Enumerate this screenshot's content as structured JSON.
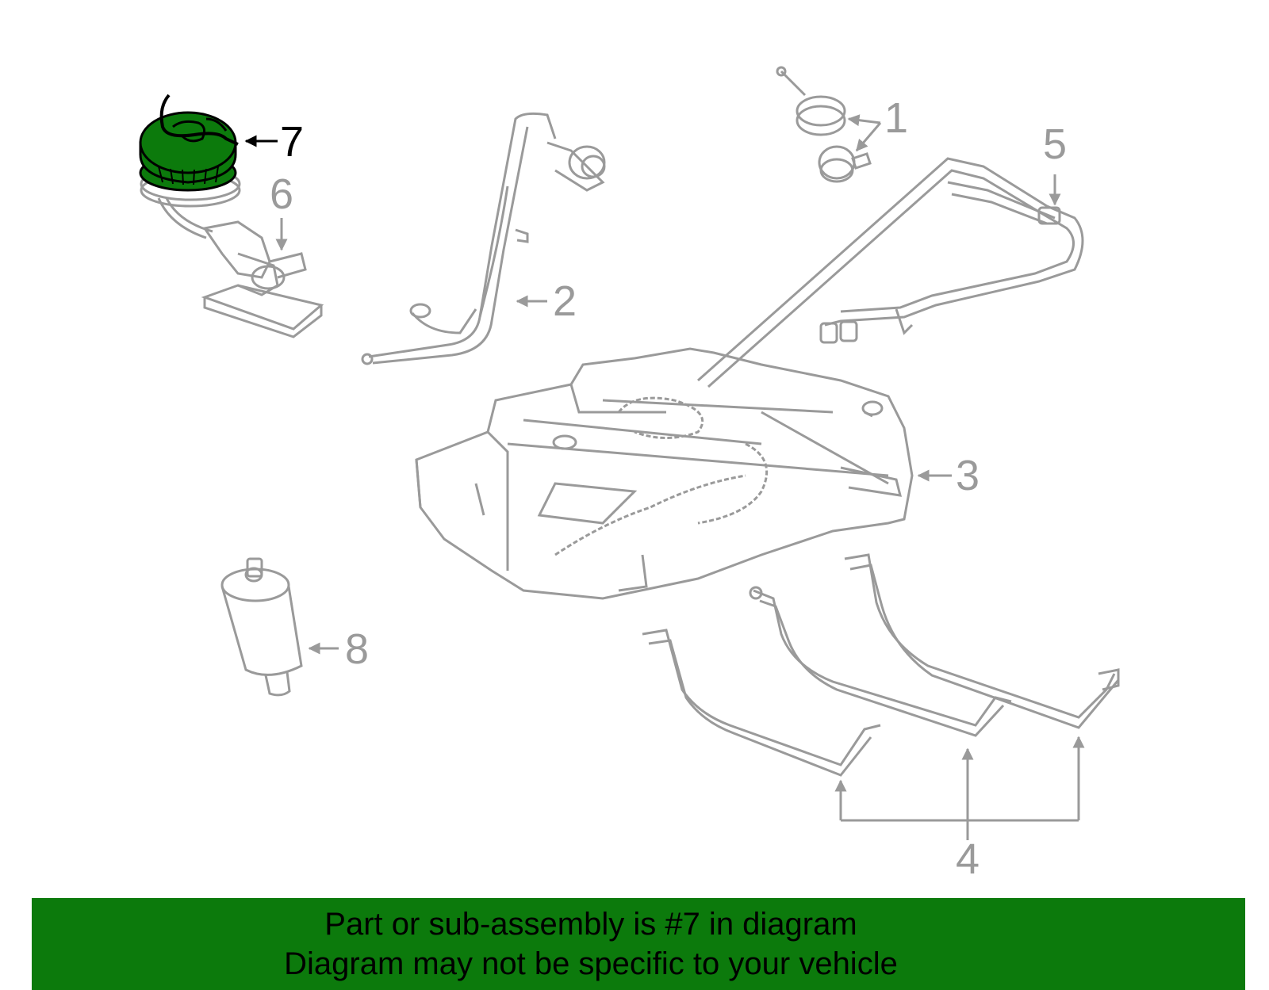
{
  "callouts": {
    "c1": "1",
    "c2": "2",
    "c3": "3",
    "c4": "4",
    "c5": "5",
    "c6": "6",
    "c7": "7",
    "c8": "8"
  },
  "highlight": {
    "part_number": "7",
    "color": "#0c7a0c"
  },
  "colors": {
    "line": "#9a9a9a",
    "highlight_fill": "#0c7a0c",
    "banner_background": "#0c7a0c",
    "banner_text": "#000000"
  },
  "banner": {
    "line1": "Part or sub-assembly is #7 in diagram",
    "line2": "Diagram may not be specific to your vehicle"
  }
}
